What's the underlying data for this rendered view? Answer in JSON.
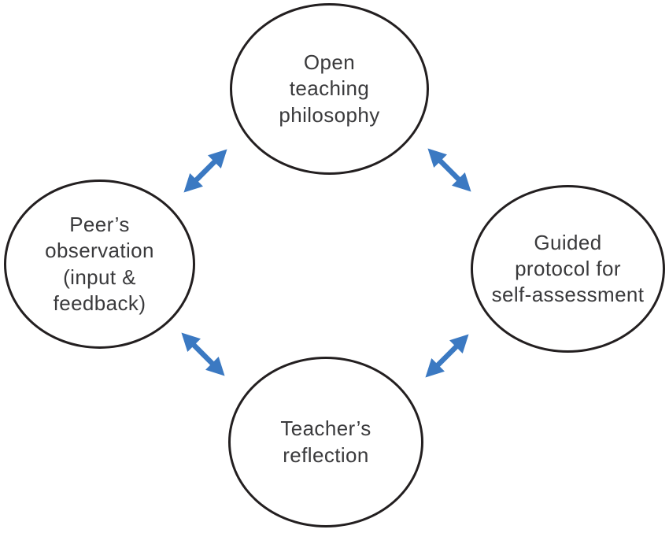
{
  "figure": {
    "type": "cycle-diagram",
    "description": "Four-stage reflective teaching cycle with bidirectional arrows between adjacent stages",
    "colors": {
      "arrow": "#3B79C2",
      "circle_border": "#231F20",
      "text": "#3A3A3C",
      "background": "#FFFFFF"
    },
    "nodes": [
      {
        "id": "open-teaching-philosophy",
        "position": "top",
        "label": "Open teaching philosophy",
        "lines": [
          "Open",
          "teaching",
          "philosophy"
        ]
      },
      {
        "id": "guided-protocol-for-self-assessment",
        "position": "right",
        "label": "Guided protocol for self-assessment",
        "lines": [
          "Guided",
          "protocol for",
          "self-assessment"
        ]
      },
      {
        "id": "teachers-reflection",
        "position": "bottom",
        "label": "Teacher’s reflection",
        "lines": [
          "Teacher’s",
          "reflection"
        ]
      },
      {
        "id": "peers-observation",
        "position": "left",
        "label": "Peer’s observation (input & feedback)",
        "lines": [
          "Peer’s",
          "observation",
          "(input &",
          "feedback)"
        ]
      }
    ],
    "connections": [
      {
        "from": "peers-observation",
        "to": "open-teaching-philosophy",
        "bidirectional": true
      },
      {
        "from": "open-teaching-philosophy",
        "to": "guided-protocol-for-self-assessment",
        "bidirectional": true
      },
      {
        "from": "guided-protocol-for-self-assessment",
        "to": "teachers-reflection",
        "bidirectional": true
      },
      {
        "from": "teachers-reflection",
        "to": "peers-observation",
        "bidirectional": true
      }
    ]
  }
}
